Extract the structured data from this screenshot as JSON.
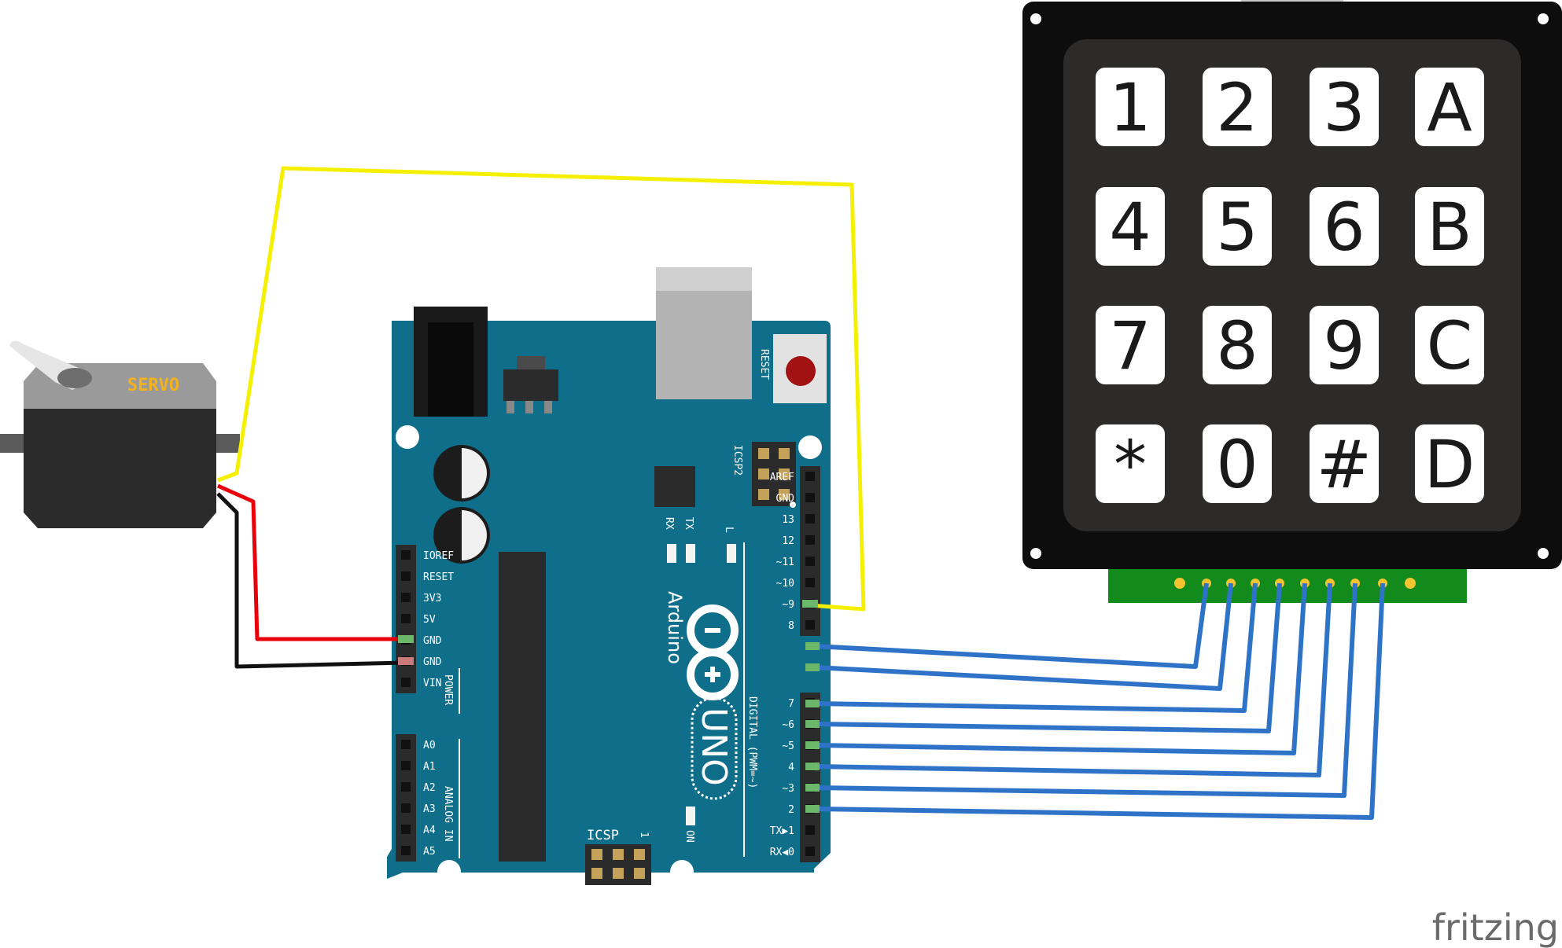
{
  "servo": {
    "label": "SERVO"
  },
  "arduino": {
    "brand": "Arduino",
    "model": "UNO",
    "reset_label": "RESET",
    "icsp_label": "ICSP",
    "icsp2_label": "ICSP2",
    "icsp_pin1": "1",
    "tx_label": "TX",
    "rx_label": "RX",
    "l_label": "L",
    "on_label": "ON",
    "digital_label": "DIGITAL (PWM=~)",
    "power_label": "POWER",
    "analog_label": "ANALOG IN",
    "power_pins": [
      "IOREF",
      "RESET",
      "3V3",
      "5V",
      "GND",
      "GND",
      "VIN"
    ],
    "analog_pins": [
      "A0",
      "A1",
      "A2",
      "A3",
      "A4",
      "A5"
    ],
    "digital_pins_top": [
      "AREF",
      "GND",
      "13",
      "12",
      "~11",
      "~10",
      "~9",
      "8"
    ],
    "digital_pins_bottom": [
      "7",
      "~6",
      "~5",
      "4",
      "~3",
      "2",
      "TX▶1",
      "RX◀0"
    ]
  },
  "keypad": {
    "keys": [
      [
        "1",
        "2",
        "3",
        "A"
      ],
      [
        "4",
        "5",
        "6",
        "B"
      ],
      [
        "7",
        "8",
        "9",
        "C"
      ],
      [
        "*",
        "0",
        "#",
        "D"
      ]
    ]
  },
  "wires": {
    "colors": {
      "signal": "#f5f000",
      "power": "#e8000b",
      "ground": "#111111",
      "keypad": "#2f73c8"
    }
  },
  "watermark": "fritzing"
}
